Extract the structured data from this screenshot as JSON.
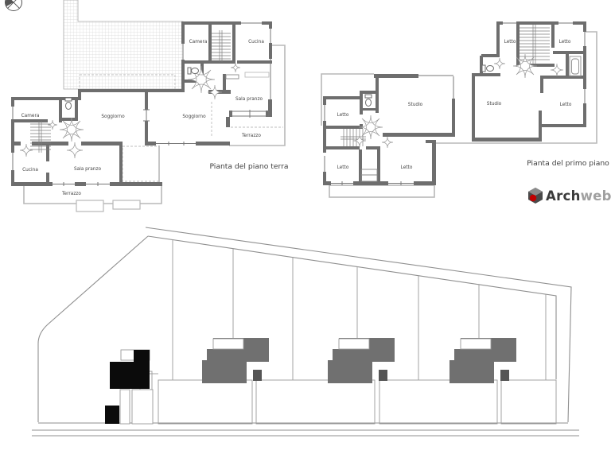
{
  "plans": {
    "ground": {
      "title": "Pianta del piano terra",
      "rooms": {
        "camera": "Camera",
        "cucina": "Cucina",
        "soggiorno": "Soggiorno",
        "sala_pranzo": "Sala pranzo",
        "terrazzo": "Terrazzo"
      }
    },
    "first": {
      "title": "Pianta del primo piano",
      "rooms": {
        "letto": "Letto",
        "studio": "Studio"
      }
    }
  },
  "logo": {
    "brand_bold": "Arch",
    "brand_light": "web"
  },
  "icons": {
    "compass": "compass-rose-icon",
    "logo_mark": "archweb-cube-icon"
  },
  "colors": {
    "wall": "#6e6e6e",
    "light_outline": "#b8b8b8",
    "boundary": "#8a8a8a",
    "building_gray": "#707070",
    "building_dark": "#555555",
    "building_black": "#0b0b0b",
    "label_text": "#444444",
    "logo_red": "#c00000",
    "logo_dark": "#3b3b3b",
    "logo_gray": "#a0a0a0"
  }
}
